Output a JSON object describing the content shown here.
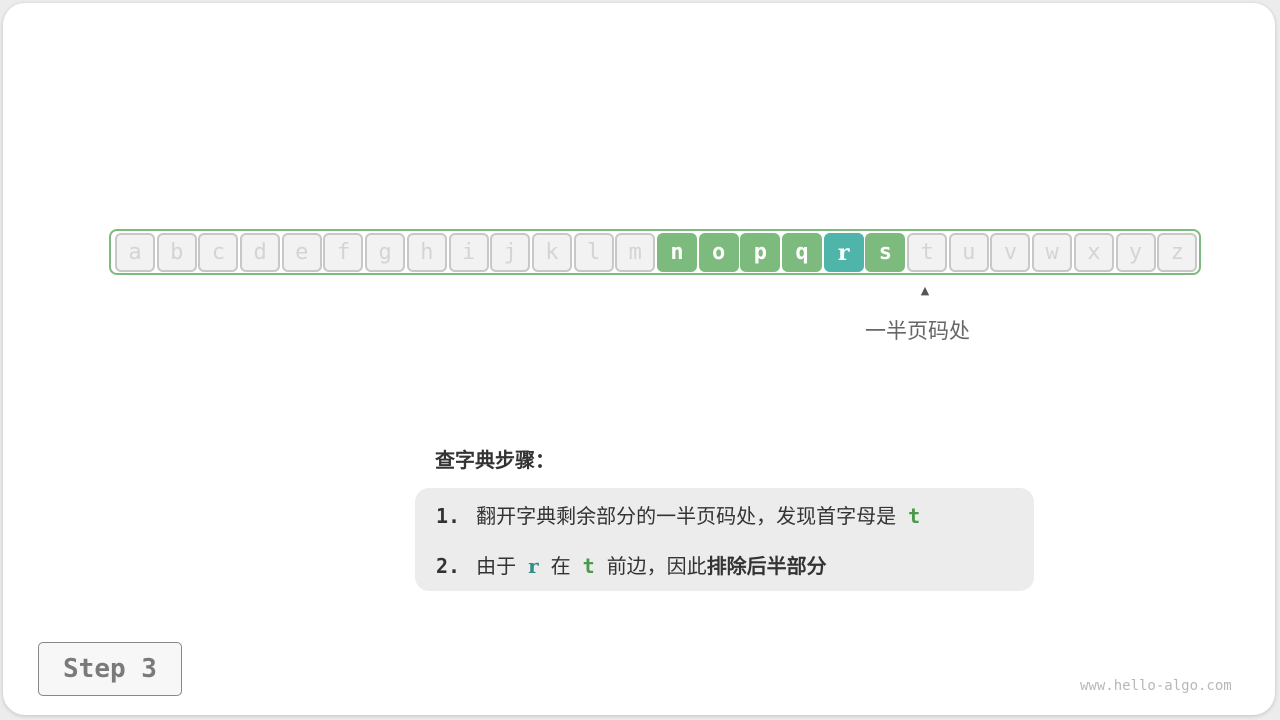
{
  "letters": {
    "items": [
      "a",
      "b",
      "c",
      "d",
      "e",
      "f",
      "g",
      "h",
      "i",
      "j",
      "k",
      "l",
      "m",
      "n",
      "o",
      "p",
      "q",
      "r",
      "s",
      "t",
      "u",
      "v",
      "w",
      "x",
      "y",
      "z"
    ],
    "active_range": [
      "n",
      "s"
    ],
    "target": "r"
  },
  "pointer": {
    "arrow": "▲",
    "label": "一半页码处",
    "points_to": "t"
  },
  "steps": {
    "title": "查字典步骤：",
    "line1": {
      "num": "1.",
      "text": "翻开字典剩余部分的一半页码处，发现首字母是",
      "code": "t"
    },
    "line2": {
      "num": "2.",
      "pre": "由于",
      "code_r": "r",
      "mid": "在",
      "code_t": "t",
      "post": "前边，因此",
      "bold": "排除后半部分"
    }
  },
  "badge": {
    "label": "Step 3"
  },
  "watermark": "www.hello-algo.com",
  "colors": {
    "active": "#7dba7d",
    "target": "#4fb5ab",
    "inactive_bg": "#f2f2f2",
    "inactive_border": "#c8c8c8"
  }
}
